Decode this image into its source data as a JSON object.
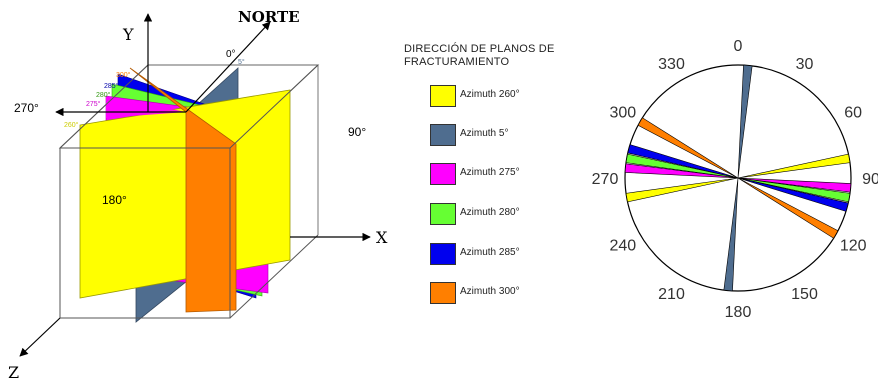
{
  "block_diagram": {
    "north_label": "NORTE",
    "y_axis_label": "Y",
    "x_axis_label": "X",
    "z_axis_label": "Z",
    "west_label": "270°",
    "east_label": "90°",
    "south_label": "180°",
    "top_labels": [
      "300°",
      "285°",
      "280°",
      "275°",
      "260°",
      "0°",
      "5°"
    ]
  },
  "legend": {
    "title_line1": "DIRECCIÓN DE PLANOS DE",
    "title_line2": "FRACTURAMIENTO",
    "items": [
      {
        "label": "Azimuth 260°",
        "color": "#ffff00"
      },
      {
        "label": "Azimuth 5°",
        "color": "#4f6d8f"
      },
      {
        "label": "Azimuth 275°",
        "color": "#ff00ff"
      },
      {
        "label": "Azimuth 280°",
        "color": "#66ff33"
      },
      {
        "label": "Azimuth 285°",
        "color": "#0000ee"
      },
      {
        "label": "Azimuth 300°",
        "color": "#ff7f00"
      }
    ]
  },
  "rose": {
    "angle_labels": [
      "0",
      "30",
      "60",
      "90",
      "120",
      "150",
      "180",
      "210",
      "240",
      "270",
      "300",
      "330"
    ],
    "strikes": [
      {
        "azimuth": 5,
        "color": "#4f6d8f"
      },
      {
        "azimuth": 260,
        "color": "#ffff00"
      },
      {
        "azimuth": 275,
        "color": "#ff00ff"
      },
      {
        "azimuth": 280,
        "color": "#66ff33"
      },
      {
        "azimuth": 285,
        "color": "#0000ee"
      },
      {
        "azimuth": 300,
        "color": "#ff7f00"
      }
    ]
  }
}
